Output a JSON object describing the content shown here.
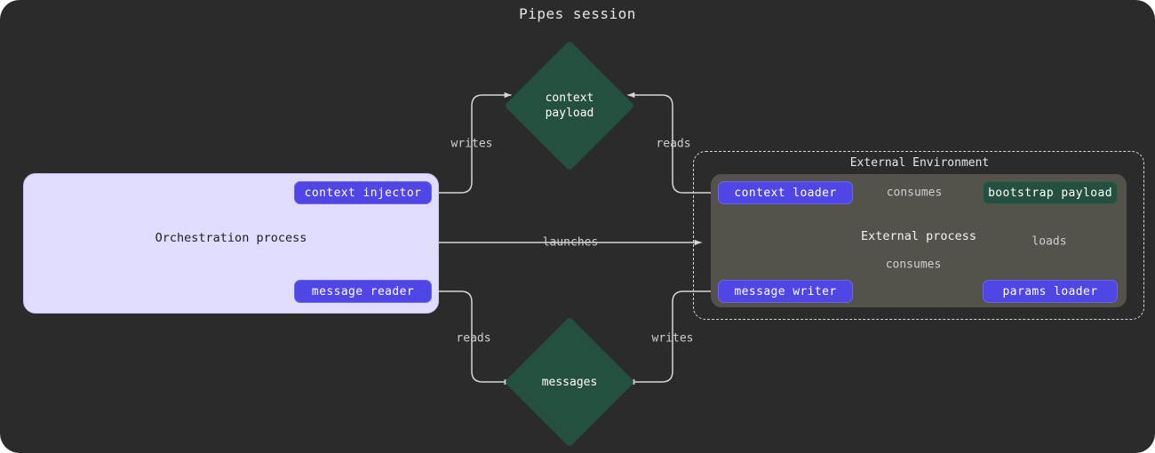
{
  "title": "Pipes session",
  "colors": {
    "canvas_bg": "#2b2b2b",
    "orchestration_bg": "#dfdcfd",
    "purple_node": "#4f46e5",
    "teal_node": "#25503f",
    "external_process_bg": "#55524c",
    "edge_stroke": "#d6d6d6"
  },
  "orchestration": {
    "label": "Orchestration process",
    "nodes": [
      {
        "id": "context-injector",
        "label": "context injector",
        "style": "purple"
      },
      {
        "id": "message-reader",
        "label": "message reader",
        "style": "purple"
      }
    ]
  },
  "external_environment": {
    "label": "External Environment",
    "process_label": "External process",
    "nodes": [
      {
        "id": "context-loader",
        "label": "context loader",
        "style": "purple"
      },
      {
        "id": "message-writer",
        "label": "message writer",
        "style": "purple"
      },
      {
        "id": "params-loader",
        "label": "params loader",
        "style": "purple"
      },
      {
        "id": "bootstrap-payload",
        "label": "bootstrap payload",
        "style": "teal"
      }
    ]
  },
  "stores": [
    {
      "id": "context-payload",
      "line1": "context",
      "line2": "payload",
      "shape": "diamond"
    },
    {
      "id": "messages",
      "line1": "messages",
      "line2": "",
      "shape": "diamond"
    }
  ],
  "edges": [
    {
      "id": "writes-context",
      "label": "writes",
      "from": "context-injector",
      "to": "context-payload"
    },
    {
      "id": "reads-context",
      "label": "reads",
      "from": "context-loader",
      "to": "context-payload"
    },
    {
      "id": "launches",
      "label": "launches",
      "from": "orchestration",
      "to": "external-environment"
    },
    {
      "id": "reads-messages",
      "label": "reads",
      "from": "message-reader",
      "to": "messages"
    },
    {
      "id": "writes-messages",
      "label": "writes",
      "from": "message-writer",
      "to": "messages"
    },
    {
      "id": "consumes-context",
      "label": "consumes",
      "from": "context-loader",
      "to": "bootstrap-payload"
    },
    {
      "id": "consumes-message",
      "label": "consumes",
      "from": "message-writer",
      "to": "bootstrap-payload"
    },
    {
      "id": "loads",
      "label": "loads",
      "from": "params-loader",
      "to": "bootstrap-payload"
    }
  ]
}
